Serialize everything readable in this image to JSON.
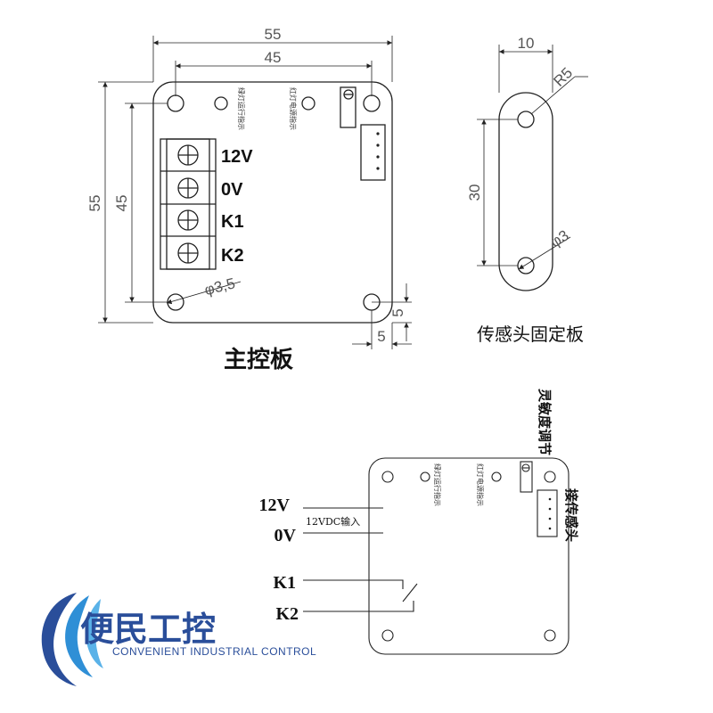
{
  "main_board": {
    "caption": "主控板",
    "dims": {
      "width_outer": "55",
      "width_holes": "45",
      "height_outer": "55",
      "height_holes": "45",
      "hole_dia": "φ3,5",
      "offset_y": "5",
      "offset_x": "5"
    },
    "leds": {
      "green": "绿灯运行指示",
      "red": "红灯电源指示"
    },
    "terminals": [
      "12V",
      "0V",
      "K1",
      "K2"
    ]
  },
  "sensor_plate": {
    "caption": "传感头固定板",
    "dims": {
      "width": "10",
      "radius": "R5",
      "spacing": "30",
      "hole_dia": "φ3"
    }
  },
  "wiring": {
    "labels": [
      "12V",
      "0V",
      "K1",
      "K2"
    ],
    "input_note": "12VDC输入",
    "leds": {
      "green": "绿灯运行指示",
      "red": "红灯电源指示"
    },
    "sensitivity": "灵敏度调节",
    "sensor_connect": "接传感头"
  },
  "brand": {
    "name_cn": "便民工控",
    "name_en": "CONVENIENT INDUSTRIAL CONTROL",
    "color": "#2a4e9a"
  }
}
